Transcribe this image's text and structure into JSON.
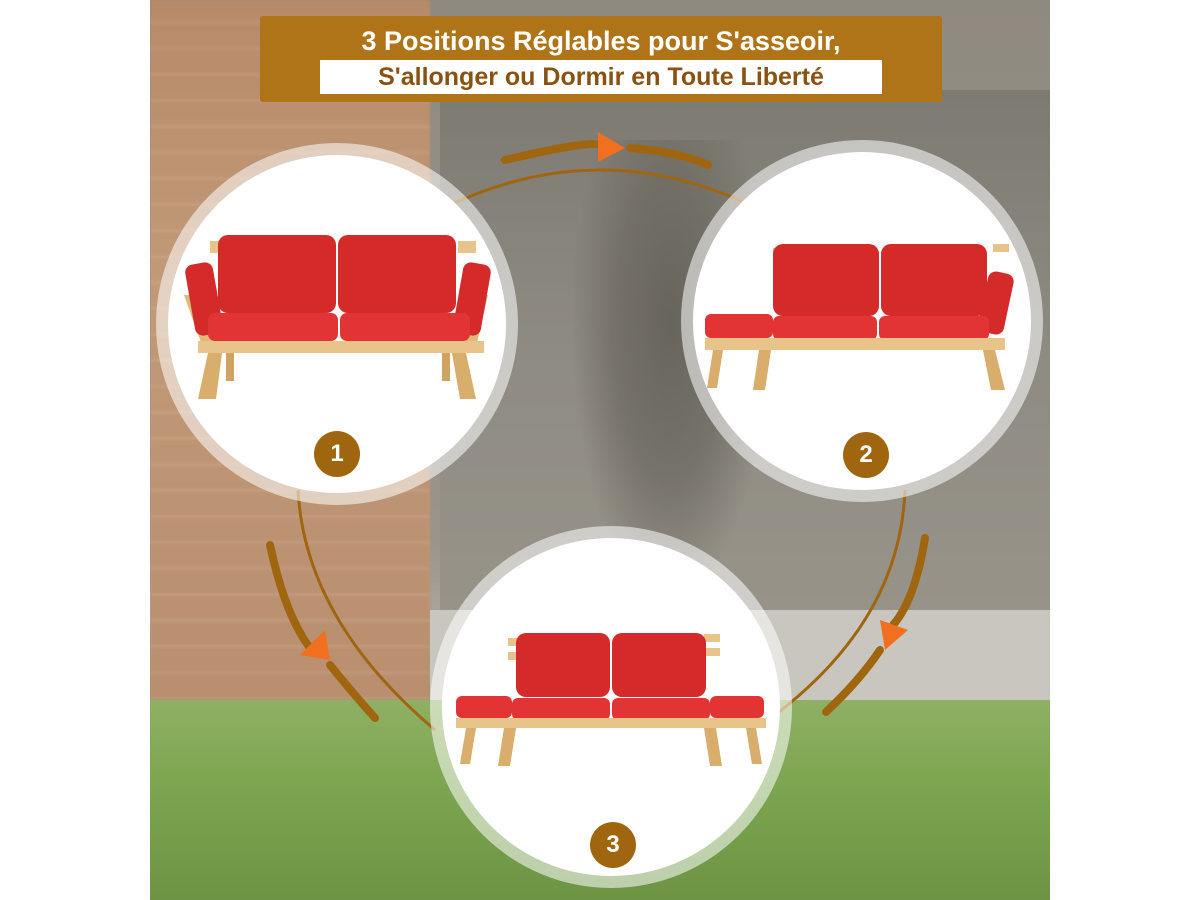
{
  "banner": {
    "line1": "3 Positions Réglables pour S'asseoir,",
    "line2": "S'allonger ou Dormir en Toute Liberté"
  },
  "positions": [
    {
      "number": "1"
    },
    {
      "number": "2"
    },
    {
      "number": "3"
    }
  ],
  "colors": {
    "banner": "#b07418",
    "badge": "#a0660f",
    "cushion": "#d42a2a",
    "wood": "#e8c48a",
    "arrow_orange": "#f07020",
    "arrow_brown": "#a0660f"
  }
}
